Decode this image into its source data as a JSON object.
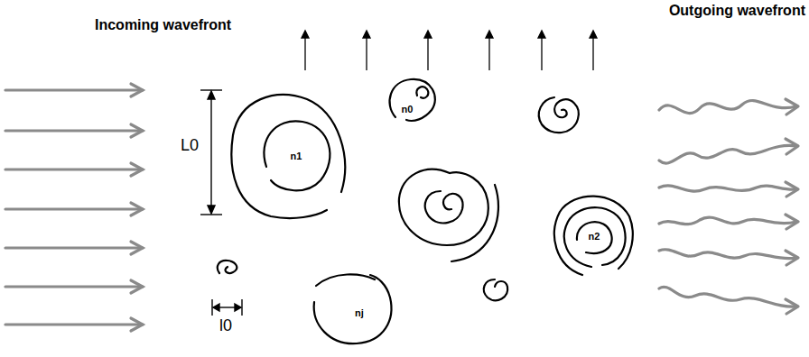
{
  "diagram": {
    "nodes": [
      {
        "text": [
          "n1"
        ]
      },
      {
        "text": [
          "n0"
        ]
      },
      {
        "text": [
          "n2"
        ]
      },
      {
        "text": [
          "nj"
        ]
      }
    ],
    "labels": [
      "Incoming wavefront",
      "Outgoing wavefront",
      "L0",
      "l0"
    ]
  }
}
